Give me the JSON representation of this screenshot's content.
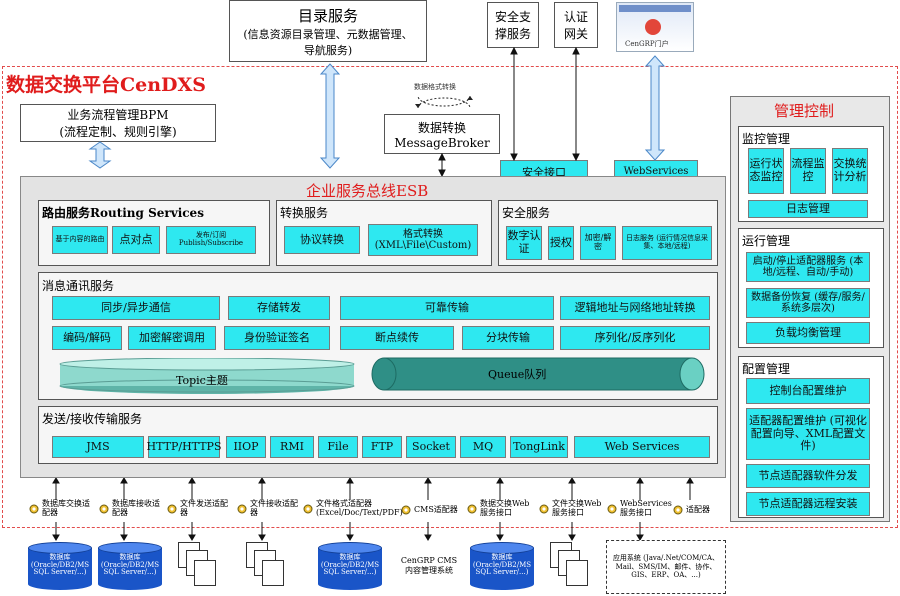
{
  "top": {
    "catalog_title": "目录服务",
    "catalog_desc": "(信息资源目录管理、元数据管理、导航服务)",
    "security_support": "安全支撑服务",
    "auth_gateway": "认证网关",
    "portal_label": "CenGRP门户"
  },
  "platform_title": "数据交换平台CenDXS",
  "bpm": {
    "line1": "业务流程管理BPM",
    "line2": "(流程定制、规则引擎)"
  },
  "broker": {
    "caption": "数据格式转换",
    "line1": "数据转换",
    "line2": "MessageBroker"
  },
  "security_interface": "安全接口",
  "webservices_top": "WebServices",
  "esb": {
    "title": "企业服务总线ESB",
    "routing": {
      "title": "路由服务Routing Services",
      "items": [
        "基于内容的路由",
        "点对点",
        "发布/订阅 Publish/Subscribe"
      ]
    },
    "transform": {
      "title": "转换服务",
      "items": [
        "协议转换",
        "格式转换 (XML\\File\\Custom)"
      ]
    },
    "security": {
      "title": "安全服务",
      "items": [
        "数字认证",
        "授权",
        "加密/解密",
        "日志服务 (运行情况信息采集、本地/远程)"
      ]
    },
    "messaging": {
      "title": "消息通讯服务",
      "row1": [
        "同步/异步通信",
        "存储转发",
        "可靠传输",
        "逻辑地址与网络地址转换"
      ],
      "row2": [
        "编码/解码",
        "加密解密调用",
        "身份验证签名",
        "断点续传",
        "分块传输",
        "序列化/反序列化"
      ],
      "topic": "Topic主题",
      "queue": "Queue队列"
    },
    "transport": {
      "title": "发送/接收传输服务",
      "items": [
        "JMS",
        "HTTP/HTTPS",
        "IIOP",
        "RMI",
        "File",
        "FTP",
        "Socket",
        "MQ",
        "TongLink",
        "Web Services"
      ]
    }
  },
  "management": {
    "title": "管理控制",
    "monitor": {
      "title": "监控管理",
      "items": [
        "运行状态监控",
        "流程监控",
        "交换统计分析"
      ],
      "log": "日志管理"
    },
    "ops": {
      "title": "运行管理",
      "items": [
        "启动/停止适配器服务 (本地/远程、自动/手动)",
        "数据备份恢复 (缓存/服务/系统多层次)",
        "负载均衡管理"
      ]
    },
    "config": {
      "title": "配置管理",
      "items": [
        "控制台配置维护",
        "适配器配置维护 (可视化配置向导、XML配置文件)",
        "节点适配器软件分发",
        "节点适配器远程安装"
      ]
    }
  },
  "adapters": [
    "数据库交换适配器",
    "数据库接收适配器",
    "文件发送适配器",
    "文件接收适配器",
    "文件格式适配器 (Excel/Doc/Text/PDF)",
    "CMS适配器",
    "数据交换Web服务接口",
    "文件交换Web服务接口",
    "WebServices服务接口",
    "适配器"
  ],
  "bottom": {
    "db1": "数据库 (Oracle/DB2/MS SQL Server/...)",
    "db2": "数据库 (Oracle/DB2/MS SQL Server/...)",
    "db3": "数据库 (Oracle/DB2/MS SQL Server/...)",
    "db4": "数据库 (Oracle/DB2/MS SQL Server/...)",
    "cms": "CenGRP CMS 内容管理系统",
    "apps": "应用系统 (Java/.Net/COM/CA、Mail、SMS/IM、邮件、协作、GIS、ERP、OA、...)"
  }
}
